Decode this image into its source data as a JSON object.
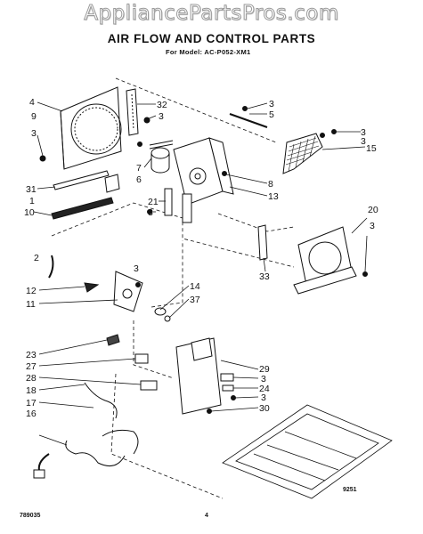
{
  "header": {
    "watermark": "AppliancePartsPros.com",
    "title": "AIR FLOW AND CONTROL PARTS",
    "model_line": "For Model: AC-P052-XM1"
  },
  "footer": {
    "doc_code": "789035",
    "page_number": "4",
    "figure_code": "9251"
  },
  "callouts": [
    {
      "label": "4"
    },
    {
      "label": "9"
    },
    {
      "label": "3"
    },
    {
      "label": "31"
    },
    {
      "label": "1"
    },
    {
      "label": "10"
    },
    {
      "label": "32"
    },
    {
      "label": "3"
    },
    {
      "label": "7"
    },
    {
      "label": "6"
    },
    {
      "label": "3"
    },
    {
      "label": "5"
    },
    {
      "label": "3"
    },
    {
      "label": "3"
    },
    {
      "label": "15"
    },
    {
      "label": "8"
    },
    {
      "label": "13"
    },
    {
      "label": "21"
    },
    {
      "label": "3"
    },
    {
      "label": "20"
    },
    {
      "label": "3"
    },
    {
      "label": "33"
    },
    {
      "label": "2"
    },
    {
      "label": "3"
    },
    {
      "label": "12"
    },
    {
      "label": "11"
    },
    {
      "label": "14"
    },
    {
      "label": "37"
    },
    {
      "label": "23"
    },
    {
      "label": "27"
    },
    {
      "label": "28"
    },
    {
      "label": "18"
    },
    {
      "label": "17"
    },
    {
      "label": "16"
    },
    {
      "label": "29"
    },
    {
      "label": "3"
    },
    {
      "label": "24"
    },
    {
      "label": "3"
    },
    {
      "label": "30"
    }
  ]
}
